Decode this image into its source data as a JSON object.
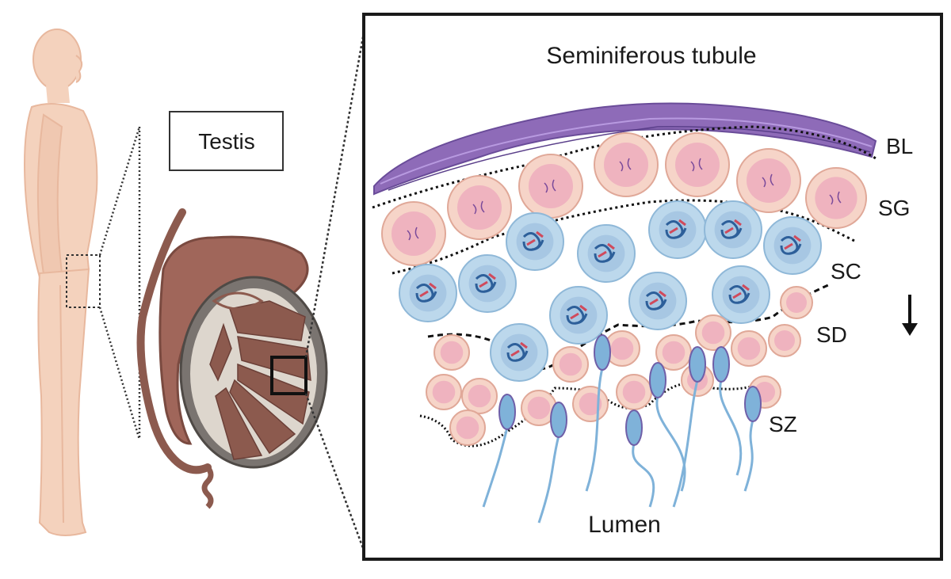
{
  "labels": {
    "testis": "Testis",
    "title": "Seminiferous tubule",
    "bl": "BL",
    "sg": "SG",
    "sc": "SC",
    "sd": "SD",
    "sz": "SZ",
    "lumen": "Lumen"
  },
  "colors": {
    "skin": "#f4d2bd",
    "skin_shade": "#e8b89e",
    "testis_tissue": "#8c5a4e",
    "tunica": "#7a7470",
    "tunica_inner": "#ddd6cd",
    "basal_lamina": "#8e6bb8",
    "spermatogonia": "#f6d4c8",
    "spermatogonia_nucleus": "#efb3bf",
    "spermatocyte": "#bcd8ec",
    "chromatin": "#2d5f9a",
    "chromatin_red": "#d04a5c",
    "sperm": "#7fb2d9",
    "sperm_head": "#6f5fa8"
  }
}
